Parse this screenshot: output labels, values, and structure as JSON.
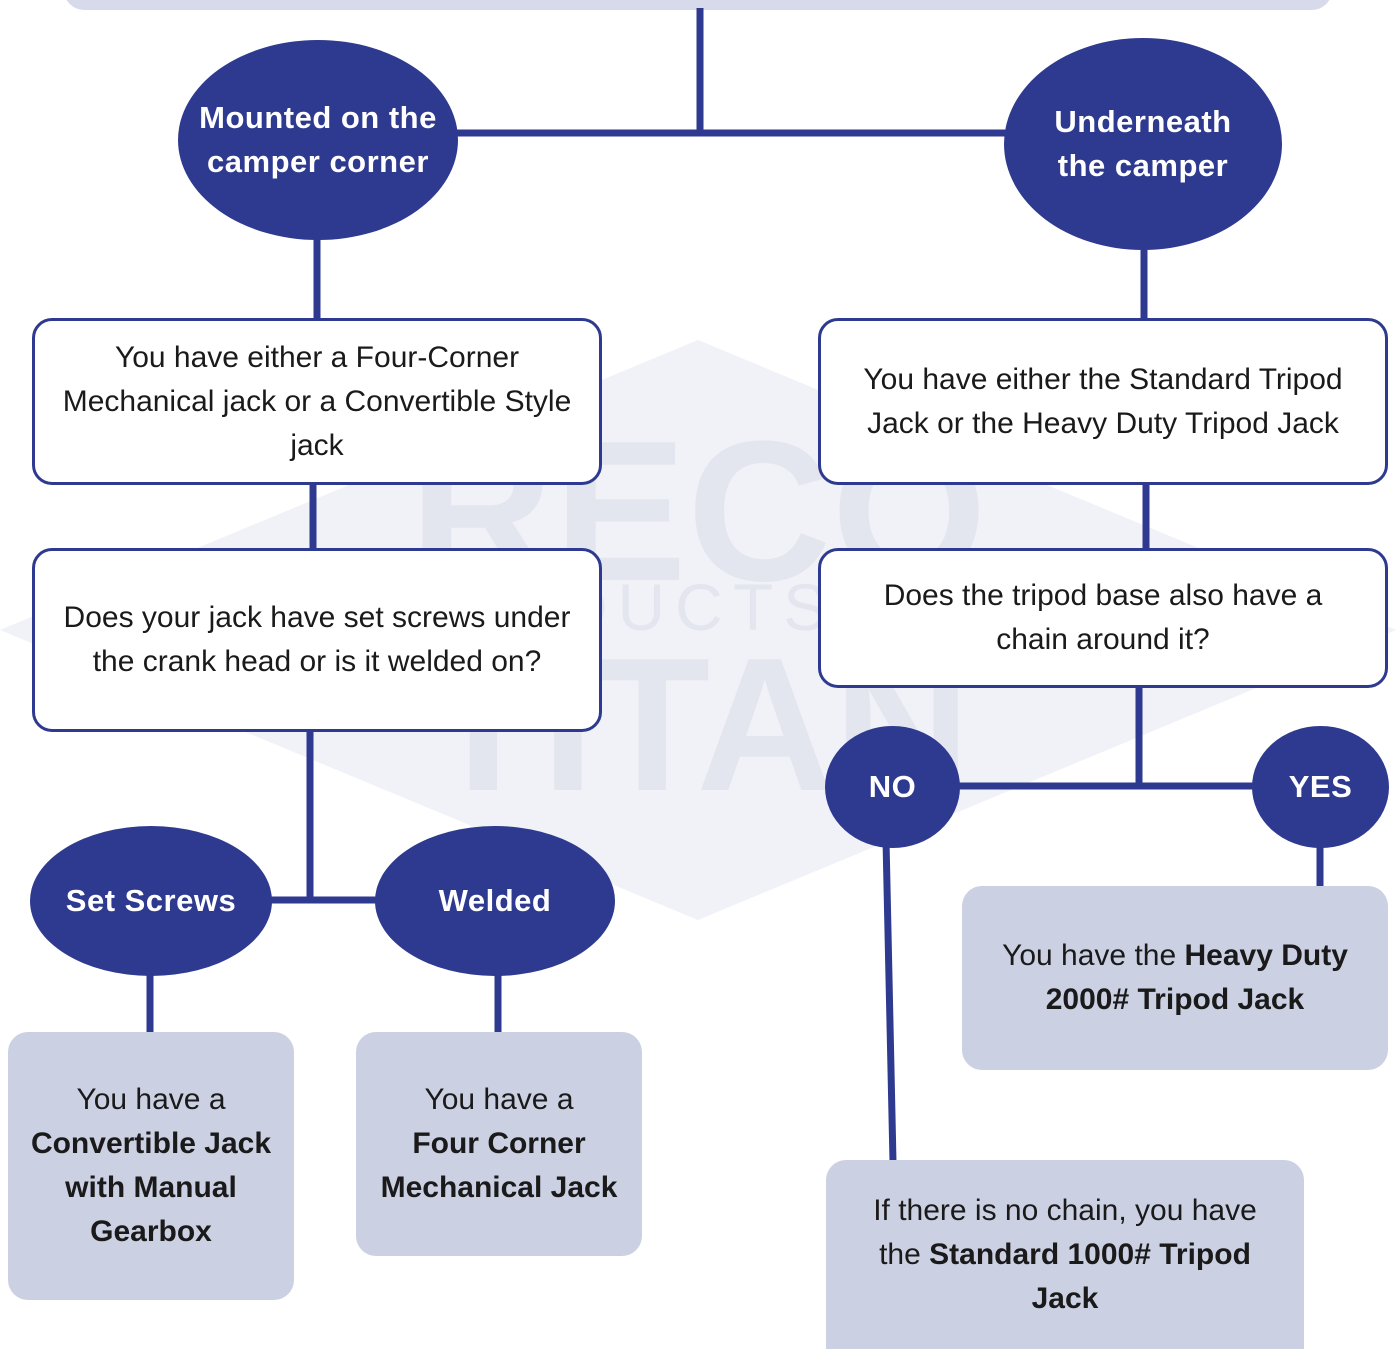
{
  "nodes": {
    "mounted_corner": "Mounted on the camper corner",
    "underneath": "Underneath the camper",
    "q_left": "You have either a Four-Corner Mechanical jack or a Convertible Style jack",
    "q_right": "You have either the Standard Tripod Jack or the Heavy Duty Tripod Jack",
    "q_left2": "Does your jack have set screws under the crank head or is it welded on?",
    "q_right2": "Does the tripod base also have a chain around it?",
    "set_screws": "Set Screws",
    "welded": "Welded",
    "no": "NO",
    "yes": "YES"
  },
  "answers": {
    "convertible": {
      "prefix": "You have a",
      "bold": "Convertible Jack with Manual Gearbox"
    },
    "four_corner": {
      "prefix": "You have a",
      "bold": "Four Corner Mechanical Jack"
    },
    "heavy_duty": {
      "prefix": "You have the",
      "bold": "Heavy Duty 2000# Tripod Jack"
    },
    "standard": {
      "prefix": "If there is no chain, you have the",
      "bold": "Standard 1000# Tripod Jack"
    }
  },
  "watermark": {
    "line1": "RECO",
    "line2": "PRODUCTS INC",
    "line3": "TITAN"
  },
  "colors": {
    "navy": "#2e3a8f",
    "answer_fill": "#ccd0e3",
    "watermark": "#eceef4"
  }
}
